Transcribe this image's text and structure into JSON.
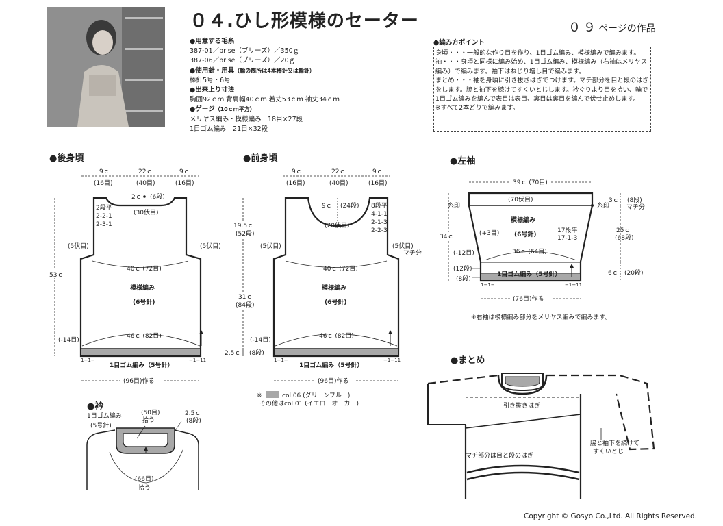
{
  "header": {
    "title": "０４.ひし形模様のセーター",
    "page_num": "０９",
    "page_suffix": "ページの作品"
  },
  "specs": {
    "yarn_heading": "●用意する毛糸",
    "yarn1": "387-01／brise（ブリーズ）／350ｇ",
    "yarn2": "387-06／brise（ブリーズ）／20ｇ",
    "needle_heading": "●使用針・用具",
    "needle_heading_note": "（輪の箇所は4本棒針又は輪針）",
    "needle_value": "棒針5号・6号",
    "size_heading": "●出来上り寸法",
    "size_value": "胸囲92ｃｍ 背肩幅40ｃｍ 着丈53ｃｍ 袖丈34ｃｍ",
    "gauge_heading": "●ゲージ",
    "gauge_heading_note": "（10ｃｍ平方）",
    "gauge1": "メリヤス編み・模様編み　18目×27段",
    "gauge2": "1目ゴム編み　21目×32段"
  },
  "points": {
    "title": "●編み方ポイント",
    "p1": "身頃・・・一般的な作り目を作り、1目ゴム編み、模様編みで編みます。",
    "p2": "袖・・・身頃と同様に編み始め、1目ゴム編み、模様編み（右袖はメリヤス編み）で編みます。袖下はねじり増し目で編みます。",
    "p3": "まとめ・・・袖を身頃に引き抜きはぎでつけます。マチ部分を目と段のはぎをします。脇と袖下を続けてすくいとじします。衿ぐりより目を拾い、輪で1目ゴム編みを編んで表目は表目、裏目は裏目を編んで伏せ止めします。",
    "p4": "※すべて2本どりで編みます。"
  },
  "sections": {
    "back": "●後身頃",
    "front": "●前身頃",
    "sleeve": "●左袖",
    "collar": "●衿",
    "finish": "●まとめ"
  },
  "back": {
    "w_left": "9ｃ",
    "w_left_s": "(16目)",
    "w_mid": "22ｃ",
    "w_mid_s": "(40目)",
    "w_right": "9ｃ",
    "w_right_s": "(16目)",
    "neck": "2ｃ",
    "neck_s": "(6段)",
    "bo30": "(30伏目)",
    "dec1": "2段平",
    "dec2": "2-2-1",
    "dec3": "2-3-1",
    "st5l": "(5伏目)",
    "st5r": "(5伏目)",
    "w40": "40ｃ (72目)",
    "pattern": "模様編み",
    "needle6": "(6号針)",
    "w46": "46ｃ (82目)",
    "minus14": "(-14目)",
    "rib": "1目ゴム編み（5号針）",
    "cast": "(96目)作る",
    "h53": "53ｃ",
    "rib_l": "1−1−",
    "rib_r": "−1−11"
  },
  "front": {
    "w_left": "9ｃ",
    "w_left_s": "(16目)",
    "w_mid": "22ｃ",
    "w_mid_s": "(40目)",
    "w_right": "9ｃ",
    "w_right_s": "(16目)",
    "neck": "9ｃ",
    "neck_s": "(24段)",
    "bo20": "(20伏目)",
    "dec1": "8段平",
    "dec2": "4-1-1",
    "dec3": "2-1-3",
    "dec4": "2-2-3",
    "h195": "19.5ｃ",
    "h195_s": "(52段)",
    "st5l": "(5伏目)",
    "st5r": "(5伏目)",
    "gusset": "マチ分",
    "w40": "40ｃ (72目)",
    "pattern": "模様編み",
    "needle6": "(6号針)",
    "h31": "31ｃ",
    "h31_s": "(84段)",
    "w46": "46ｃ (82目)",
    "minus14": "(-14目)",
    "h25": "2.5ｃ",
    "h25_s": "(8段)",
    "rib": "1目ゴム編み（5号針）",
    "cast": "(96目)作る",
    "color_mark": "※",
    "color1": "col.06 (グリーンブルー)",
    "color2": "その他はcol.01 (イエローオーカー)",
    "rib_l": "1−1−",
    "rib_r": "−1−11"
  },
  "sleeve": {
    "w39": "39ｃ (70目)",
    "bo70": "(70伏目)",
    "mark_l": "糸印",
    "mark_r": "糸印",
    "h3": "3ｃ",
    "h3_s": "(8段)",
    "gusset": "マチ分",
    "pattern": "模様編み",
    "needle6": "(6号針)",
    "plus3": "(+3目)",
    "inc1": "17段平",
    "inc2": "17-1-3",
    "h34": "34ｃ",
    "h25": "25ｃ",
    "h25_s": "(68段)",
    "w36": "36ｃ (64目)",
    "minus12": "(-12目)",
    "rows12": "(12段)",
    "rows8": "(8段)",
    "rib": "1目ゴム編み（5号針）",
    "h6": "6ｃ",
    "h6_s": "(20段)",
    "cast": "(76目)作る",
    "note": "※右袖は模様編み部分をメリヤス編みで編みます。",
    "rib_l": "1−1−",
    "rib_r": "−1−11"
  },
  "collar": {
    "rib": "1目ゴム編み",
    "needle5": "(5号針)",
    "pick50": "(50目)",
    "pick50b": "拾う",
    "h25": "2.5ｃ",
    "h25_s": "(8段)",
    "pick66": "(66目)",
    "pick66b": "拾う"
  },
  "finish": {
    "join": "引き抜きはぎ",
    "side": "脇と袖下を続けて",
    "side2": "すくいとじ",
    "gusset": "マチ部分は目と段のはぎ"
  },
  "footer": {
    "copyright": "Copyright © Gosyo Co.,Ltd. All Rights Reserved."
  },
  "colors": {
    "ink": "#222222",
    "rib_fill": "#a8a8a8",
    "photo": "#9a9a9a"
  }
}
